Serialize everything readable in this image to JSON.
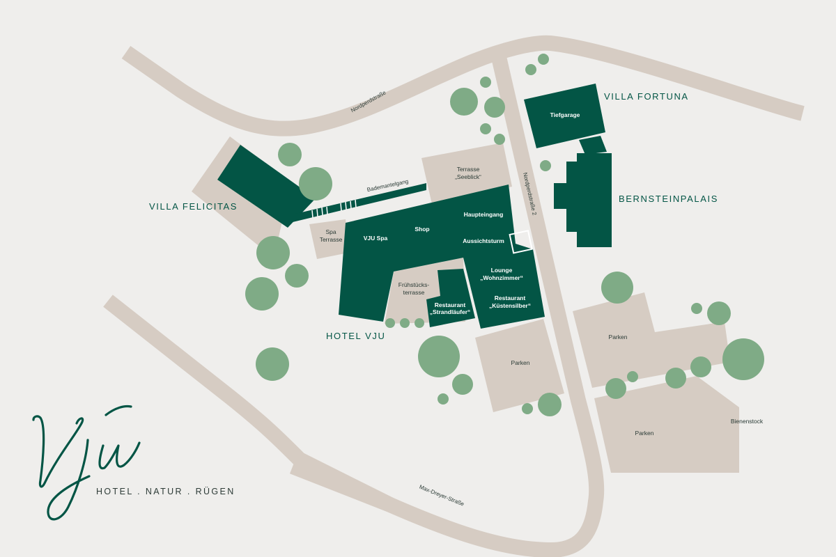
{
  "map": {
    "roads": {
      "nordperd_north": "Nordperdstraße",
      "nordperd_2": "Nordperdstraße 2",
      "max_dreyer": "Max-Dreyer-Straße",
      "bademantelgang": "Bademantelgang"
    },
    "buildings": {
      "villa_felicitas": "VILLA FELICITAS",
      "villa_fortuna": "VILLA FORTUNA",
      "bernsteinpalais": "BERNSTEINPALAIS",
      "hotel_vju": "HOTEL VJU"
    },
    "places": {
      "tiefgarage": "Tiefgarage",
      "terrasse_seeblick_1": "Terrasse",
      "terrasse_seeblick_2": "„Seeblick“",
      "spa_terrasse_1": "Spa",
      "spa_terrasse_2": "Terrasse",
      "vju_spa": "VJU Spa",
      "shop": "Shop",
      "haupteingang": "Haupteingang",
      "aussichtsturm": "Aussichtsturm",
      "lounge_1": "Lounge",
      "lounge_2": "„Wohnzimmer“",
      "fruehstueck_1": "Frühstücks-",
      "fruehstueck_2": "terrasse",
      "restaurant_strand_1": "Restaurant",
      "restaurant_strand_2": "„Strandläufer“",
      "restaurant_kuesten_1": "Restaurant",
      "restaurant_kuesten_2": "„Küstensilber“",
      "parken_center": "Parken",
      "parken_right_top": "Parken",
      "parken_right_bottom": "Parken",
      "bienenstock": "Bienenstock"
    }
  },
  "logo": {
    "script": "Vju",
    "tagline": "HOTEL . NATUR . RÜGEN"
  },
  "colors": {
    "background": "#efeeec",
    "building": "#035545",
    "pavement": "#d6ccc3",
    "tree": "#7fab86"
  }
}
